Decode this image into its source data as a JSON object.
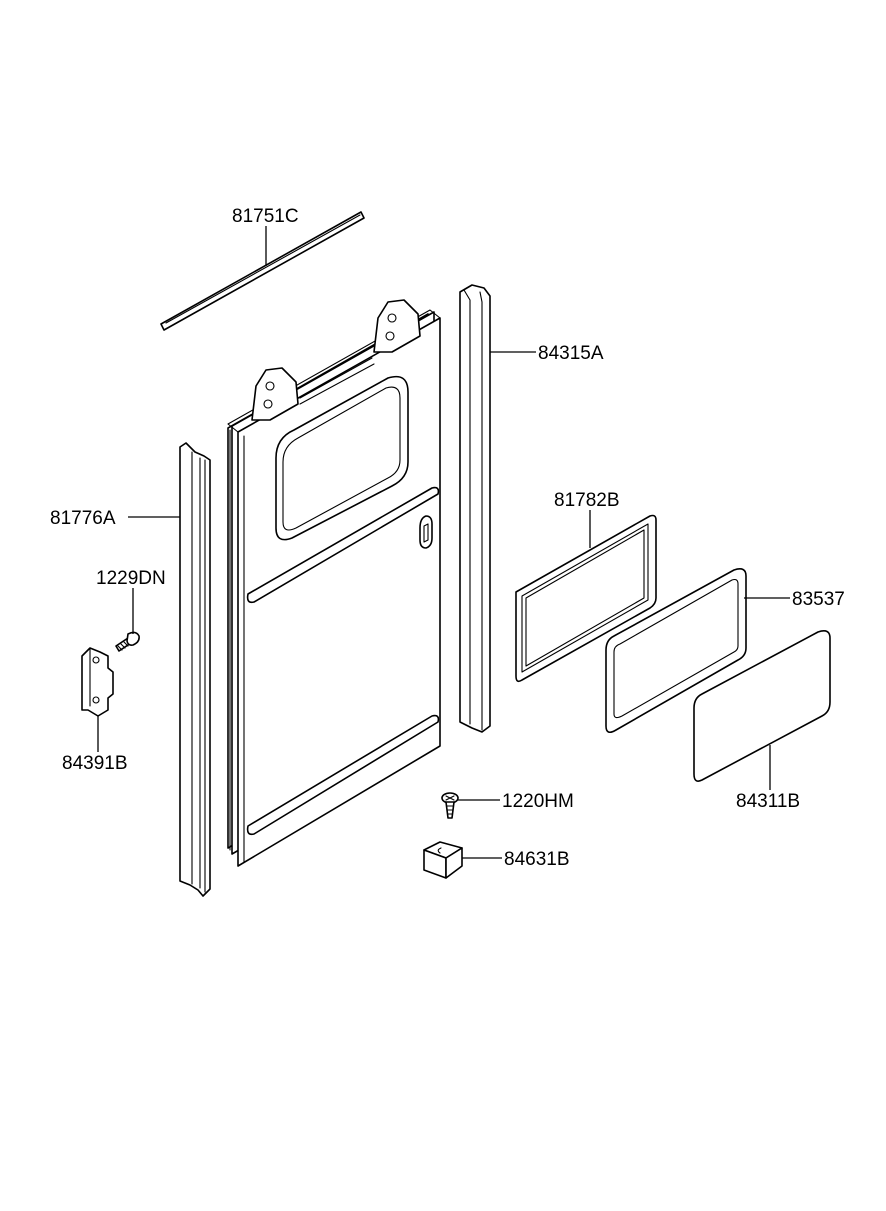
{
  "diagram": {
    "labels": {
      "part_81751C": "81751C",
      "part_84315A": "84315A",
      "part_81776A": "81776A",
      "part_81782B": "81782B",
      "part_83537": "83537",
      "part_1229DN": "1229DN",
      "part_84391B": "84391B",
      "part_1220HM": "1220HM",
      "part_84631B": "84631B",
      "part_84311B": "84311B"
    }
  }
}
